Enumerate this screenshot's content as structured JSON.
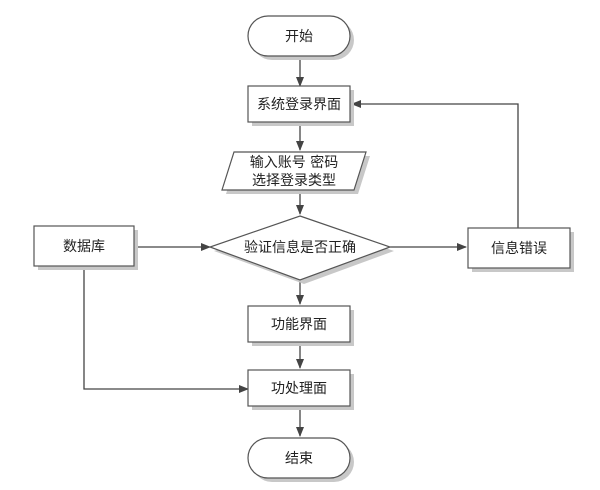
{
  "nodes": {
    "start": "开始",
    "login_ui": "系统登录界面",
    "input_line1": "输入账号 密码",
    "input_line2": "选择登录类型",
    "verify": "验证信息是否正确",
    "database": "数据库",
    "info_error": "信息错误",
    "function_ui": "功能界面",
    "process_ui": "功处理面",
    "end": "结束"
  }
}
